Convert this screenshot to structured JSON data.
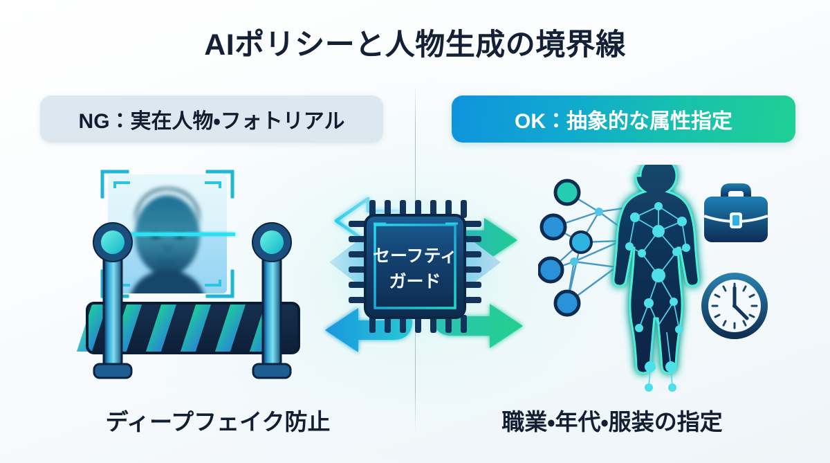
{
  "page": {
    "title": "AIポリシーと人物生成の境界線",
    "background_color": "#f7fafc"
  },
  "divider": {
    "label": "center-divider"
  },
  "left_panel": {
    "badge": {
      "text": "NG：実在人物・フォトリアル",
      "background_color": "#dde7ef",
      "text_color": "#101d2f"
    },
    "caption": "ディープフェイク防止",
    "illustration": {
      "name": "barrier-with-face-scan",
      "parts": [
        "face-scan-frame",
        "blurred-face",
        "scan-line",
        "striped-barrier",
        "barrier-post-left",
        "barrier-post-right"
      ]
    }
  },
  "right_panel": {
    "badge": {
      "text": "OK：抽象的な属性指定",
      "gradient_from": "#0f93dd",
      "gradient_to": "#1fd093",
      "text_color": "#ffffff"
    },
    "caption": "職業・年代・服装の指定",
    "illustration": {
      "name": "human-silhouette-with-network",
      "parts": [
        "human-silhouette",
        "network-nodes",
        "briefcase-icon",
        "clock-icon"
      ]
    }
  },
  "center": {
    "chip": {
      "line1": "セーフティ",
      "line2": "ガード",
      "name": "safety-guard-chip",
      "body_color": "#123a63",
      "edge_color": "#19c6e0"
    },
    "arrows": [
      {
        "name": "arrow-top-left",
        "direction": "left",
        "style": "outline",
        "color": "#30c8e8"
      },
      {
        "name": "arrow-top-right",
        "direction": "right",
        "style": "filled",
        "color": "#23c98f"
      },
      {
        "name": "arrow-mid-left",
        "direction": "left",
        "style": "filled",
        "color": "#9ddcf0"
      },
      {
        "name": "arrow-mid-right",
        "direction": "right",
        "style": "filled",
        "color": "#a9dcee"
      },
      {
        "name": "arrow-bottom-left",
        "direction": "left",
        "style": "filled",
        "color": "#1b9fe0"
      },
      {
        "name": "arrow-bottom-right",
        "direction": "right",
        "style": "filled",
        "color": "#25c98d"
      }
    ]
  }
}
